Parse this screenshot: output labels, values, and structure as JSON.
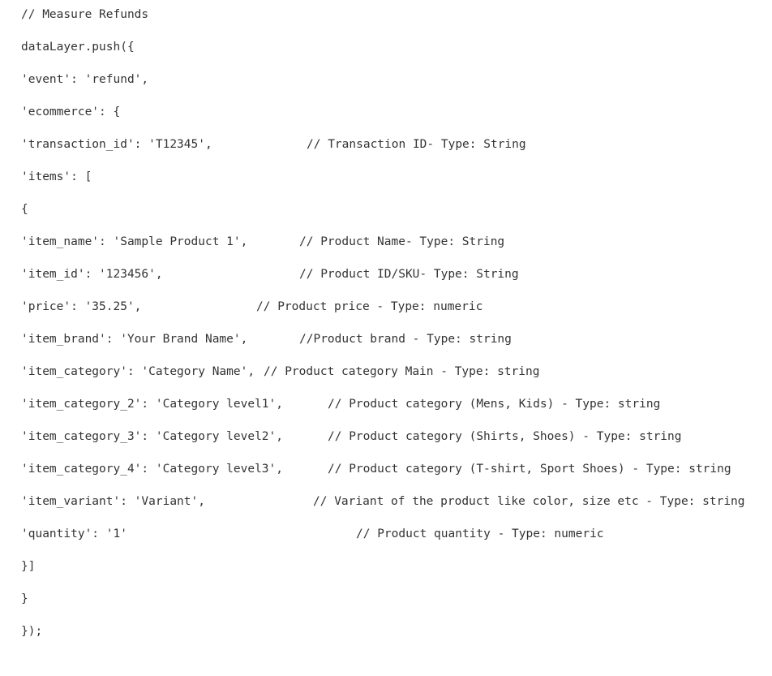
{
  "code": {
    "title_comment": "// Measure Refunds",
    "lines": [
      {
        "text": "// Measure Refunds",
        "comment": ""
      },
      {
        "text": "dataLayer.push({",
        "comment": ""
      },
      {
        "text": "'event': 'refund',",
        "comment": ""
      },
      {
        "text": "'ecommerce': {",
        "comment": ""
      },
      {
        "text": "'transaction_id': 'T12345',",
        "comment": "// Transaction ID- Type: String"
      },
      {
        "text": "'items': [",
        "comment": ""
      },
      {
        "text": "{",
        "comment": ""
      },
      {
        "text": "'item_name': 'Sample Product 1',",
        "comment": "// Product Name- Type: String"
      },
      {
        "text": "'item_id': '123456',",
        "comment": "// Product ID/SKU- Type: String"
      },
      {
        "text": "'price': '35.25',",
        "comment": "// Product price - Type: numeric"
      },
      {
        "text": "'item_brand': 'Your Brand Name',",
        "comment": "//Product brand - Type: string"
      },
      {
        "text": "'item_category': 'Category Name',",
        "comment": "// Product category Main - Type: string"
      },
      {
        "text": "'item_category_2': 'Category level1',",
        "comment": "// Product category (Mens, Kids) - Type: string"
      },
      {
        "text": "'item_category_3': 'Category level2',",
        "comment": "// Product category (Shirts, Shoes) - Type: string"
      },
      {
        "text": "'item_category_4': 'Category level3',",
        "comment": "// Product category (T-shirt, Sport Shoes) - Type: string"
      },
      {
        "text": "'item_variant': 'Variant',",
        "comment": "// Variant of the product like color, size etc - Type: string"
      },
      {
        "text": "'quantity': '1'",
        "comment": "// Product quantity - Type: numeric"
      },
      {
        "text": "}]",
        "comment": ""
      },
      {
        "text": "}",
        "comment": ""
      },
      {
        "text": "});",
        "comment": ""
      }
    ]
  }
}
